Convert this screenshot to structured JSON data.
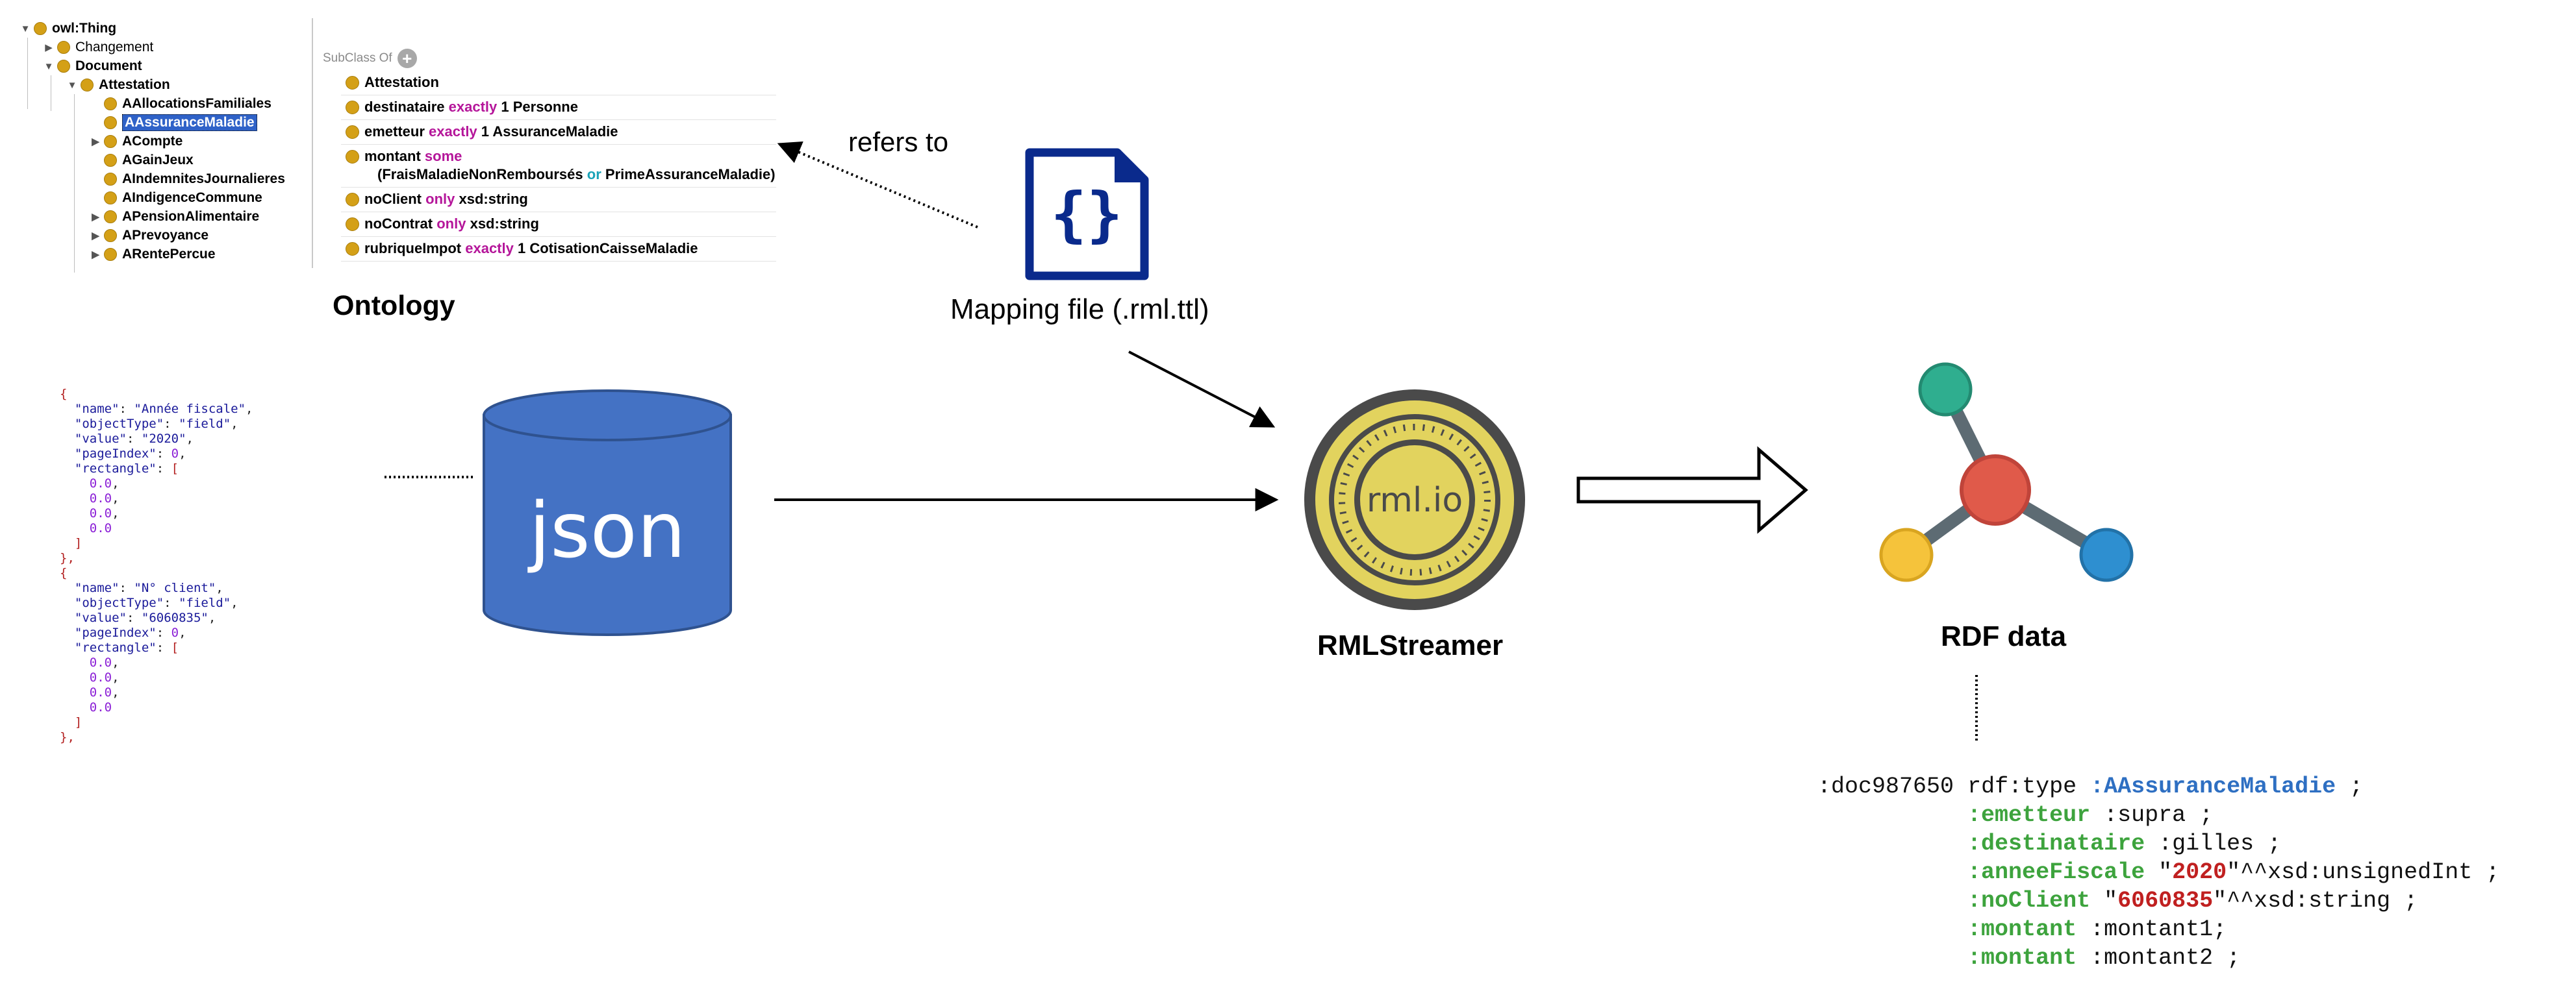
{
  "ontology": {
    "caption": "Ontology",
    "tree": [
      {
        "label": "owl:Thing",
        "indent": 0,
        "toggle": "▼",
        "bold": true
      },
      {
        "label": "Changement",
        "indent": 1,
        "toggle": "▶",
        "bold": false
      },
      {
        "label": "Document",
        "indent": 1,
        "toggle": "▼",
        "bold": true
      },
      {
        "label": "Attestation",
        "indent": 2,
        "toggle": "▼",
        "bold": true
      },
      {
        "label": "AAllocationsFamiliales",
        "indent": 3,
        "toggle": "",
        "bold": true
      },
      {
        "label": "AAssuranceMaladie",
        "indent": 3,
        "toggle": "",
        "bold": true,
        "selected": true
      },
      {
        "label": "ACompte",
        "indent": 3,
        "toggle": "▶",
        "bold": true
      },
      {
        "label": "AGainJeux",
        "indent": 3,
        "toggle": "",
        "bold": true
      },
      {
        "label": "AIndemnitesJournalieres",
        "indent": 3,
        "toggle": "",
        "bold": true
      },
      {
        "label": "AIndigenceCommune",
        "indent": 3,
        "toggle": "",
        "bold": true
      },
      {
        "label": "APensionAlimentaire",
        "indent": 3,
        "toggle": "▶",
        "bold": true
      },
      {
        "label": "APrevoyance",
        "indent": 3,
        "toggle": "▶",
        "bold": true
      },
      {
        "label": "ARentePercue",
        "indent": 3,
        "toggle": "▶",
        "bold": true
      }
    ],
    "subclass_header": "SubClass Of",
    "axioms": {
      "a1": "Attestation",
      "a2_prop": "destinataire",
      "a2_kw": "exactly",
      "a2_rest": "1 Personne",
      "a3_prop": "emetteur",
      "a3_kw": "exactly",
      "a3_rest": "1 AssuranceMaladie",
      "a4_prop": "montant",
      "a4_kw": "some",
      "a4_l2_a": "(FraisMaladieNonRemboursés",
      "a4_l2_kw": "or",
      "a4_l2_b": "PrimeAssuranceMaladie)",
      "a5_prop": "noClient",
      "a5_kw": "only",
      "a5_rest": "xsd:string",
      "a6_prop": "noContrat",
      "a6_kw": "only",
      "a6_rest": "xsd:string",
      "a7_prop": "rubriqueImpot",
      "a7_kw": "exactly",
      "a7_rest": "1 CotisationCaisseMaladie"
    }
  },
  "refers_to": "refers to",
  "mapping_file": {
    "label": "Mapping file (.rml.ttl)",
    "icon": "json-file-icon",
    "glyph": "{}"
  },
  "json_db": {
    "label": "json"
  },
  "rmlstreamer": {
    "label": "RMLStreamer",
    "logo_text": "rml.io"
  },
  "rdf": {
    "label": "RDF data"
  },
  "json_snippet": {
    "rec1": {
      "name": "Année fiscale",
      "objectType": "field",
      "value": "2020",
      "pageIndex": "0"
    },
    "rec2": {
      "name": "N° client",
      "objectType": "field",
      "value": "6060835",
      "pageIndex": "0"
    },
    "zero": "0.0"
  },
  "turtle": {
    "subject": ":doc987650",
    "type_pred": "rdf:type",
    "type_obj": ":AAssuranceMaladie",
    "emetteur": ":emetteur",
    "emetteur_val": ":supra",
    "destinataire": ":destinataire",
    "destinataire_val": ":gilles",
    "annee": ":anneeFiscale",
    "annee_val": "2020",
    "annee_type": "^^xsd:unsignedInt",
    "noclient": ":noClient",
    "noclient_val": "6060835",
    "noclient_type": "^^xsd:string",
    "montant1": ":montant",
    "montant1_val": ":montant1",
    "montant2": ":montant",
    "montant2_val": ":montant2"
  },
  "colors": {
    "db_blue": "#4472c4",
    "icon_navy": "#0a2a8c",
    "node_red": "#e05a4a",
    "node_teal": "#2fae8f",
    "node_yellow": "#f5c33b",
    "node_blue": "#2e8fd0",
    "edge": "#5d6b73",
    "coin_fill": "#e2d35e",
    "coin_ring": "#4a4a4a"
  }
}
